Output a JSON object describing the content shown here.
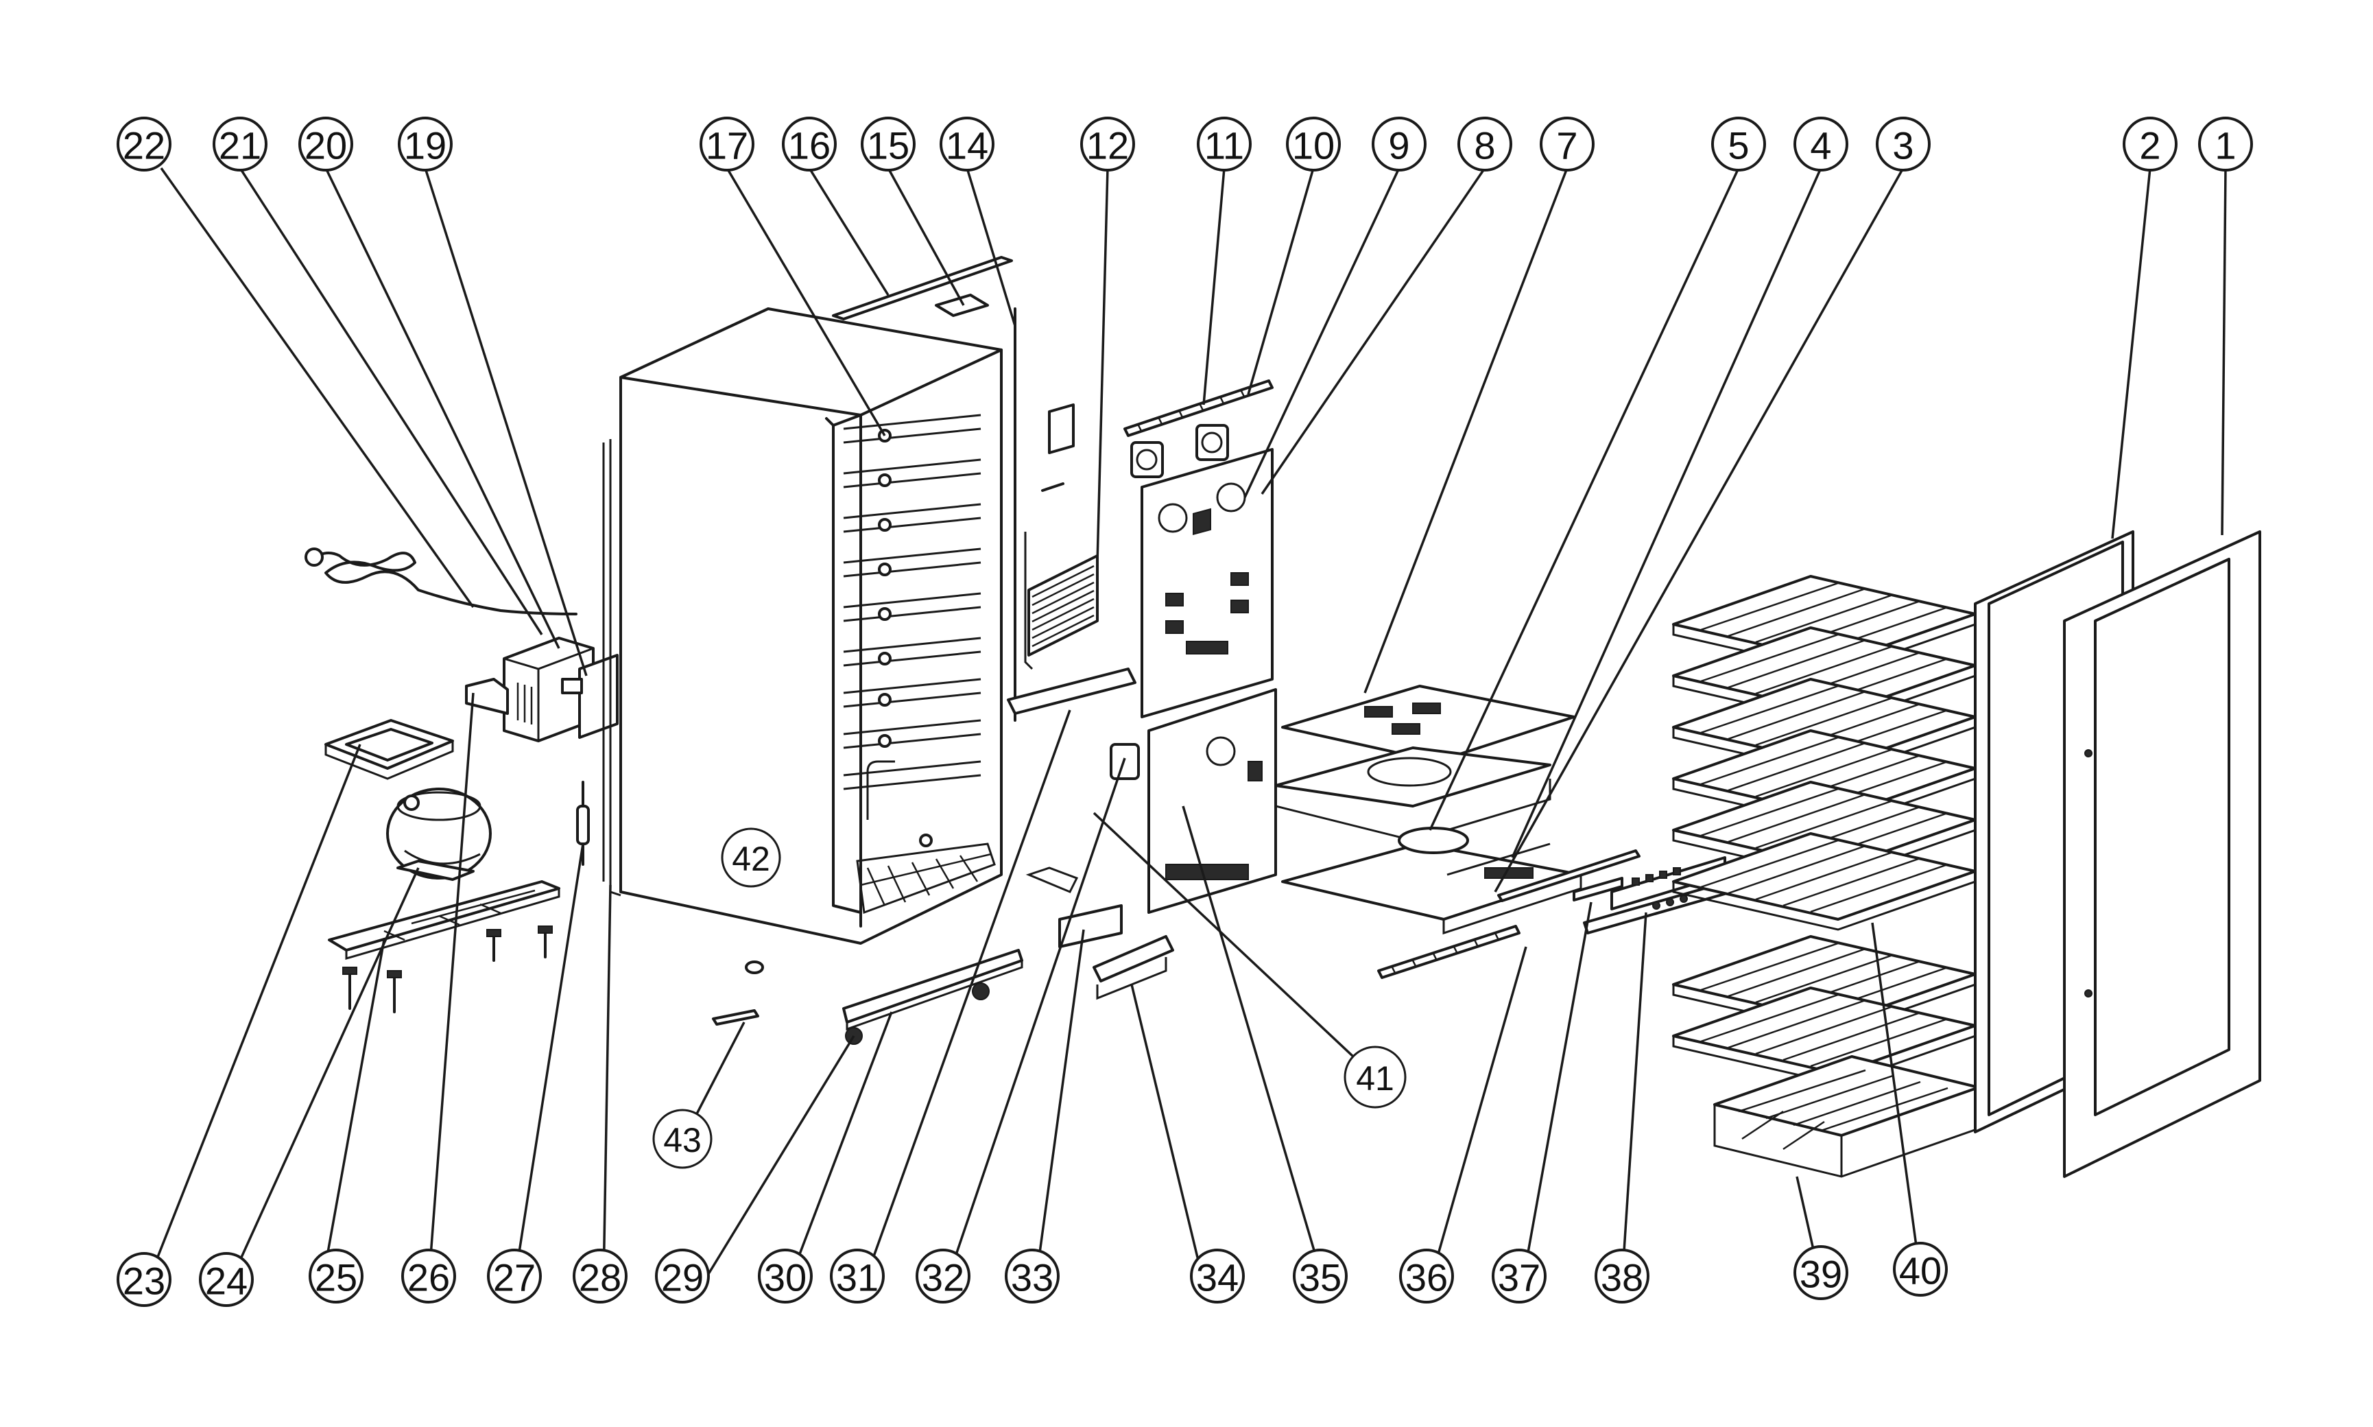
{
  "diagram": {
    "background": "#ffffff",
    "line_color": "#1a1a1a",
    "callouts": [
      {
        "id": "1",
        "label": "1"
      },
      {
        "id": "2",
        "label": "2"
      },
      {
        "id": "3",
        "label": "3"
      },
      {
        "id": "4",
        "label": "4"
      },
      {
        "id": "5",
        "label": "5"
      },
      {
        "id": "7",
        "label": "7"
      },
      {
        "id": "8",
        "label": "8"
      },
      {
        "id": "9",
        "label": "9"
      },
      {
        "id": "10",
        "label": "10"
      },
      {
        "id": "11",
        "label": "11"
      },
      {
        "id": "12",
        "label": "12"
      },
      {
        "id": "14",
        "label": "14"
      },
      {
        "id": "15",
        "label": "15"
      },
      {
        "id": "16",
        "label": "16"
      },
      {
        "id": "17",
        "label": "17"
      },
      {
        "id": "19",
        "label": "19"
      },
      {
        "id": "20",
        "label": "20"
      },
      {
        "id": "21",
        "label": "21"
      },
      {
        "id": "22",
        "label": "22"
      },
      {
        "id": "23",
        "label": "23"
      },
      {
        "id": "24",
        "label": "24"
      },
      {
        "id": "25",
        "label": "25"
      },
      {
        "id": "26",
        "label": "26"
      },
      {
        "id": "27",
        "label": "27"
      },
      {
        "id": "28",
        "label": "28"
      },
      {
        "id": "29",
        "label": "29"
      },
      {
        "id": "30",
        "label": "30"
      },
      {
        "id": "31",
        "label": "31"
      },
      {
        "id": "32",
        "label": "32"
      },
      {
        "id": "33",
        "label": "33"
      },
      {
        "id": "34",
        "label": "34"
      },
      {
        "id": "35",
        "label": "35"
      },
      {
        "id": "36",
        "label": "36"
      },
      {
        "id": "37",
        "label": "37"
      },
      {
        "id": "38",
        "label": "38"
      },
      {
        "id": "39",
        "label": "39"
      },
      {
        "id": "40",
        "label": "40"
      },
      {
        "id": "41",
        "label": "41"
      },
      {
        "id": "42",
        "label": "42"
      },
      {
        "id": "43",
        "label": "43"
      }
    ]
  }
}
